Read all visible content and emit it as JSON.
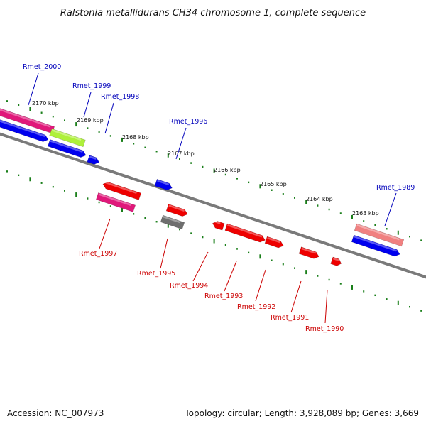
{
  "title": "Ralstonia metallidurans CH34 chromosome 1, complete sequence",
  "footer": {
    "accession": "Accession: NC_007973",
    "topology": "Topology: circular; Length: 3,928,089 bp; Genes: 3,669"
  },
  "colors": {
    "forward_label": "#0000bb",
    "reverse_label": "#cc0000",
    "backbone": "#808080",
    "tick": "#1a7f1a"
  },
  "kbp_ticks": [
    "2170 kbp",
    "2169 kbp",
    "2168 kbp",
    "2167 kbp",
    "2166 kbp",
    "2165 kbp",
    "2164 kbp",
    "2163 kbp"
  ],
  "forward_labels": [
    "Rmet_2000",
    "Rmet_1999",
    "Rmet_1998",
    "Rmet_1996",
    "Rmet_1989"
  ],
  "reverse_labels": [
    "Rmet_1997",
    "Rmet_1995",
    "Rmet_1994",
    "Rmet_1993",
    "Rmet_1992",
    "Rmet_1991",
    "Rmet_1990"
  ]
}
